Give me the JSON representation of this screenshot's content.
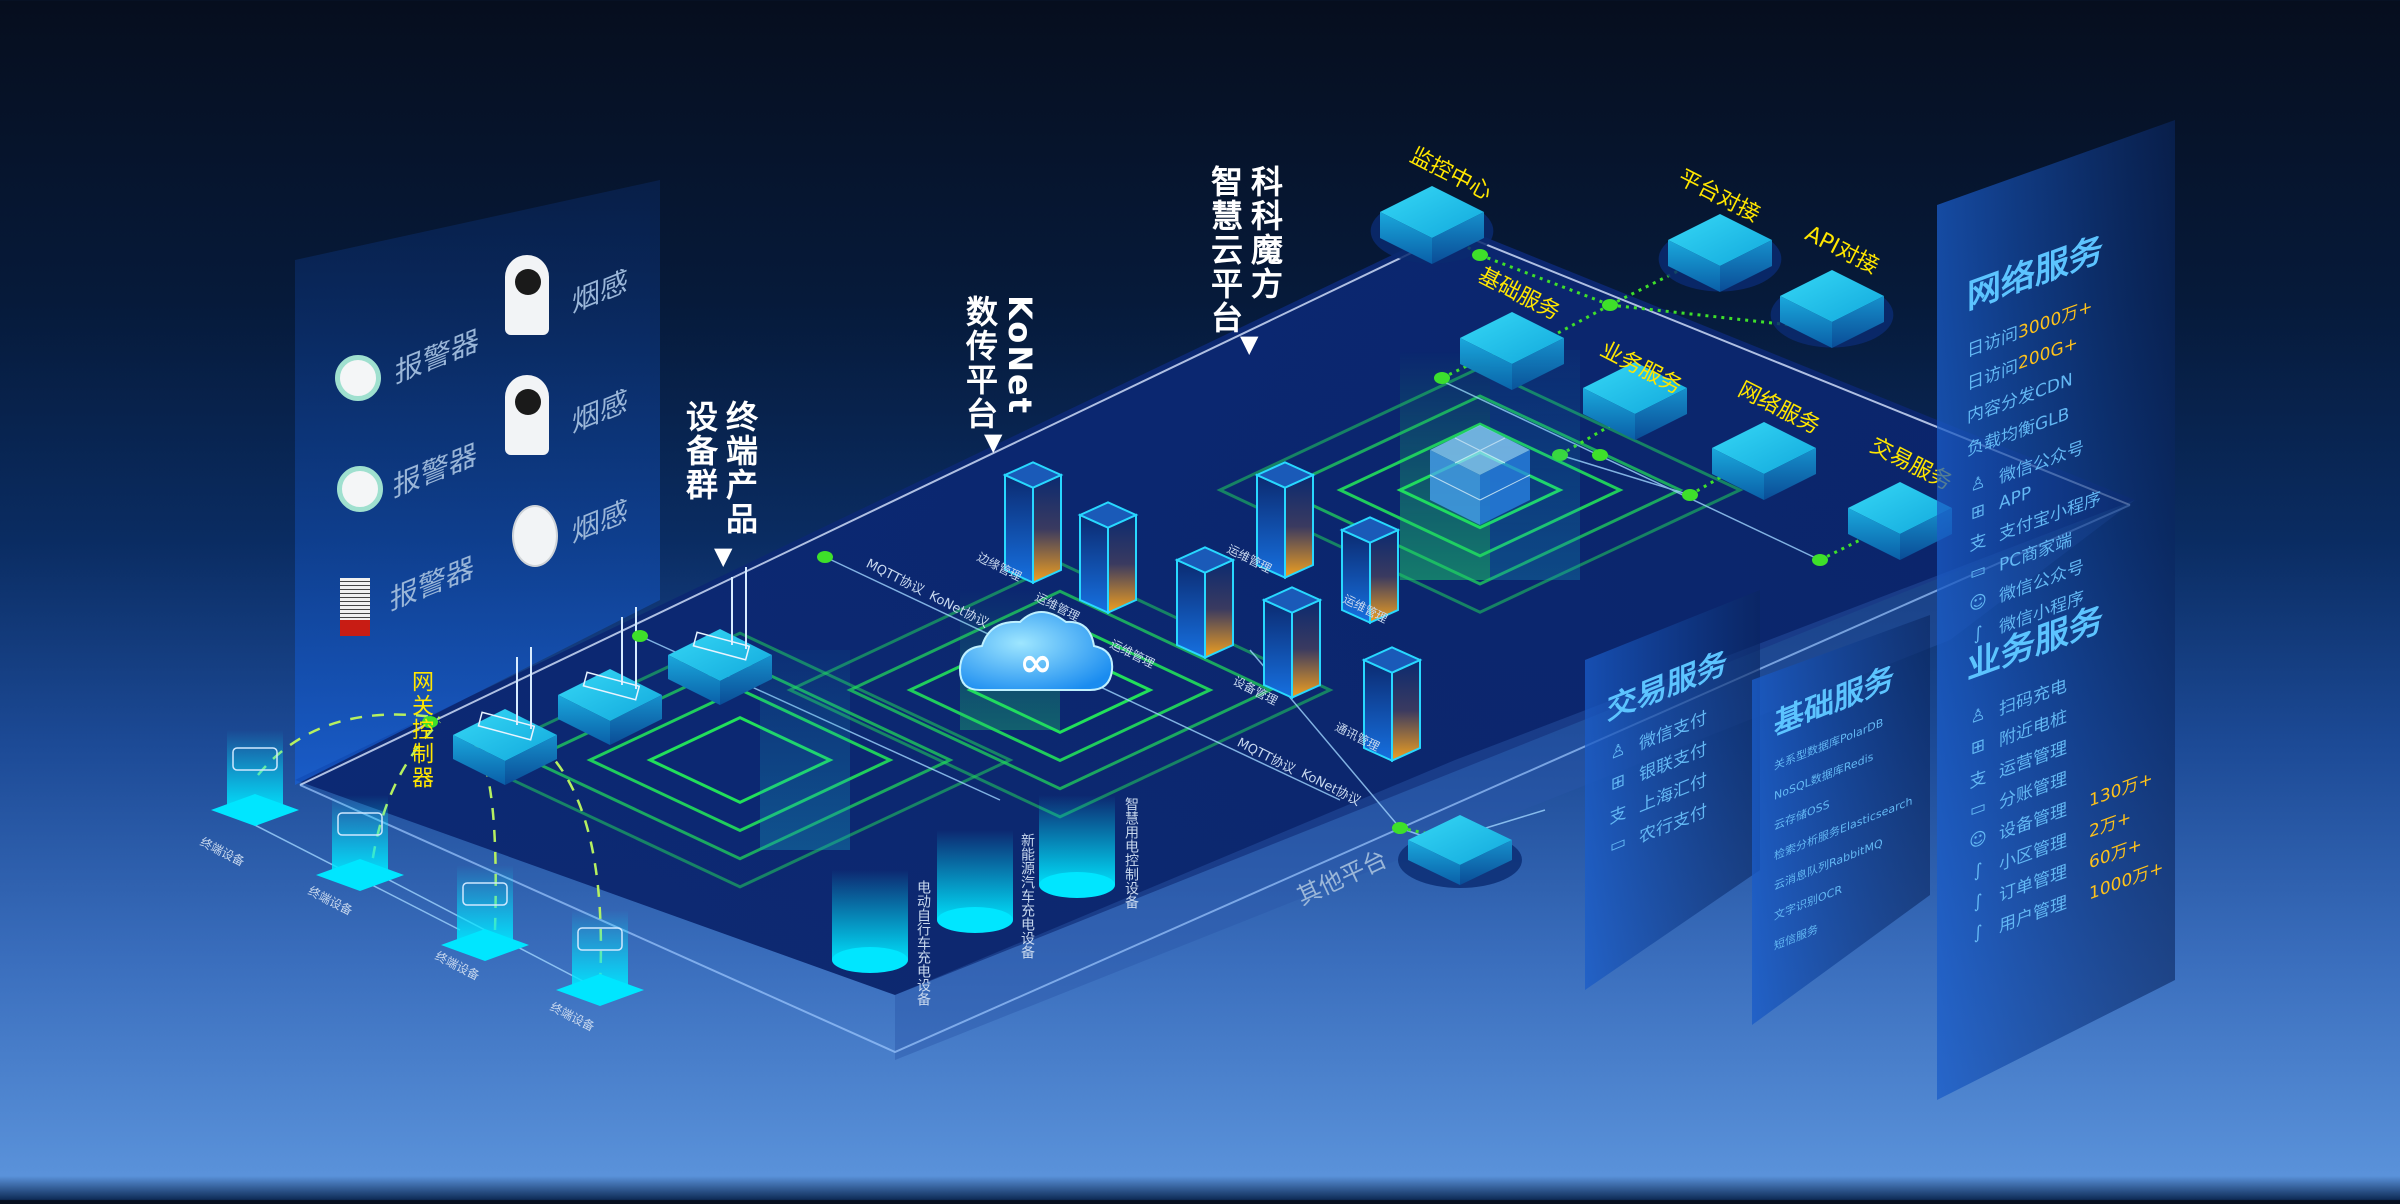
{
  "headers": {
    "terminal": {
      "line1": "终端产品",
      "line2": "设备群",
      "arrow": "▼"
    },
    "konet": {
      "line1": "KoNet",
      "line2": "数传平台",
      "arrow": "▼"
    },
    "cloud": {
      "line1": "科科魔方",
      "line2": "智慧云平台",
      "arrow": "▼"
    }
  },
  "devices": {
    "alarms": [
      "报警器",
      "报警器",
      "报警器"
    ],
    "smoke": [
      "烟感",
      "烟感",
      "烟感"
    ]
  },
  "gateway": {
    "label": "网关控制器"
  },
  "terminals": [
    "终端设备",
    "终端设备",
    "终端设备",
    "终端设备"
  ],
  "charging": [
    "电动自行车充电设备",
    "新能源汽车充电设备",
    "智慧用电控制设备"
  ],
  "protocols": {
    "top": [
      "MQTT协议",
      "KoNet协议"
    ],
    "bottom": [
      "MQTT协议",
      "KoNet协议"
    ]
  },
  "servers": [
    "边缘管理",
    "运维管理",
    "运维管理",
    "运维管理",
    "设备管理",
    "运维管理",
    "通讯管理"
  ],
  "cloud_nodes": [
    "监控中心",
    "平台对接",
    "API对接",
    "基础服务",
    "业务服务",
    "网络服务",
    "交易服务"
  ],
  "other_platform": "其他平台",
  "panels": {
    "network": {
      "title": "网络服务",
      "stats": [
        {
          "label": "日访问",
          "value": "3000万+"
        },
        {
          "label": "日访问",
          "value": "200G+"
        },
        {
          "label": "内容分发CDN",
          "value": ""
        },
        {
          "label": "负载均衡GLB",
          "value": ""
        }
      ],
      "items": [
        {
          "icon": "user-icon",
          "glyph": "♙",
          "label": "微信公众号"
        },
        {
          "icon": "app-icon",
          "glyph": "⊞",
          "label": "APP"
        },
        {
          "icon": "alipay-icon",
          "glyph": "支",
          "label": "支付宝小程序"
        },
        {
          "icon": "monitor-icon",
          "glyph": "▭",
          "label": "PC商家端"
        },
        {
          "icon": "chat-icon",
          "glyph": "☺",
          "label": "微信公众号"
        },
        {
          "icon": "link-icon",
          "glyph": "∫",
          "label": "微信小程序"
        }
      ]
    },
    "business": {
      "title": "业务服务",
      "items": [
        {
          "icon": "user-icon",
          "glyph": "♙",
          "label": "扫码充电",
          "value": ""
        },
        {
          "icon": "app-icon",
          "glyph": "⊞",
          "label": "附近电桩",
          "value": ""
        },
        {
          "icon": "alipay-icon",
          "glyph": "支",
          "label": "运营管理",
          "value": ""
        },
        {
          "icon": "monitor-icon",
          "glyph": "▭",
          "label": "分账管理",
          "value": ""
        },
        {
          "icon": "chat-icon",
          "glyph": "☺",
          "label": "设备管理",
          "value": "130万+"
        },
        {
          "icon": "link-icon",
          "glyph": "∫",
          "label": "小区管理",
          "value": "2万+"
        },
        {
          "icon": "link-icon",
          "glyph": "∫",
          "label": "订单管理",
          "value": "60万+"
        },
        {
          "icon": "link-icon",
          "glyph": "∫",
          "label": "用户管理",
          "value": "1000万+"
        }
      ]
    },
    "trade": {
      "title": "交易服务",
      "items": [
        {
          "icon": "user-icon",
          "glyph": "♙",
          "label": "微信支付"
        },
        {
          "icon": "app-icon",
          "glyph": "⊞",
          "label": "银联支付"
        },
        {
          "icon": "alipay-icon",
          "glyph": "支",
          "label": "上海汇付"
        },
        {
          "icon": "monitor-icon",
          "glyph": "▭",
          "label": "农行支付"
        }
      ]
    },
    "basic": {
      "title": "基础服务",
      "items": [
        "关系型数据库PolarDB",
        "NoSQL数据库Redis",
        "云存储OSS",
        "检索分析服务Elasticsearch",
        "云消息队列RabbitMQ",
        "文字识别OCR",
        "短信服务"
      ]
    }
  },
  "colors": {
    "accent_yellow": "#ffe600",
    "highlight_orange": "#ffc21a",
    "node_green": "#3ee02a",
    "circuit_green": "#22e05a",
    "box_cyan": "#1ec8ee",
    "panel_text": "#63b8f4"
  }
}
